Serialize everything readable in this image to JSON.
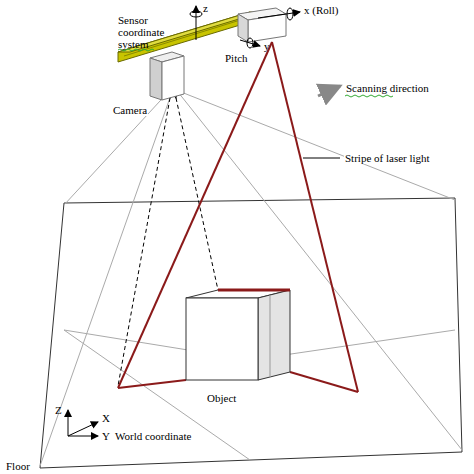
{
  "diagram": {
    "labels": [
      "Sensor coordinate system",
      "z",
      "x (Roll)",
      "y",
      "Pitch",
      "Scanning direction",
      "Camera",
      "Stripe of laser light",
      "Object",
      "Z",
      "X",
      "Y",
      "World coordinate",
      "Floor"
    ]
  }
}
